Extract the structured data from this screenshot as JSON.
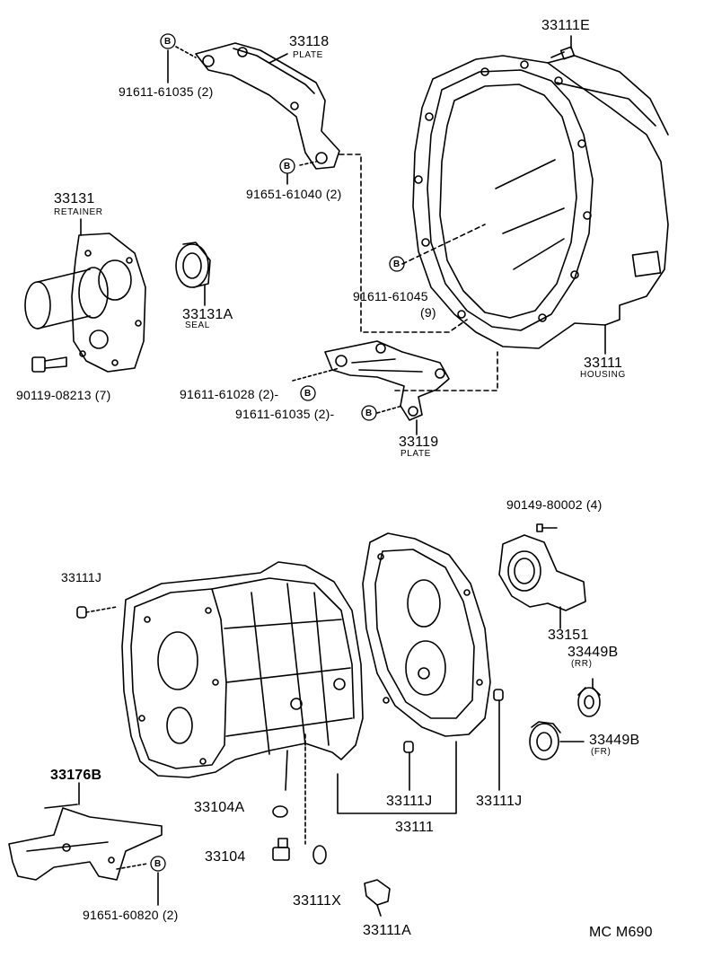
{
  "labels": {
    "p33118": "33118",
    "p33118_sub": "PLATE",
    "b91611_61035_top": "91611-61035 (2)",
    "b91651_61040": "91651-61040 (2)",
    "p33111E": "33111E",
    "p33131": "33131",
    "p33131_sub": "RETAINER",
    "p33131A": "33131A",
    "p33131A_sub": "SEAL",
    "b91611_61045": "91611-61045",
    "b91611_61045_qty": "(9)",
    "p33111": "33111",
    "p33111_sub": "HOUSING",
    "b90119_08213": "90119-08213 (7)",
    "b91611_61028": "91611-61028 (2)-",
    "b91611_61035_mid": "91611-61035 (2)-",
    "p33119": "33119",
    "p33119_sub": "PLATE",
    "b90149_80002": "90149-80002 (4)",
    "p33111J_left": "33111J",
    "p33151": "33151",
    "p33449B_rr": "33449B",
    "p33449B_rr_sub": "(RR)",
    "p33449B_fr": "33449B",
    "p33449B_fr_sub": "(FR)",
    "p33176B": "33176B",
    "p33104A": "33104A",
    "p33111J_mid": "33111J",
    "p33111J_right": "33111J",
    "p33111_case": "33111",
    "p33104": "33104",
    "b91651_60820": "91651-60820 (2)",
    "p33111X": "33111X",
    "p33111A": "33111A",
    "code": "MC M690",
    "bolt_mark": "B"
  }
}
